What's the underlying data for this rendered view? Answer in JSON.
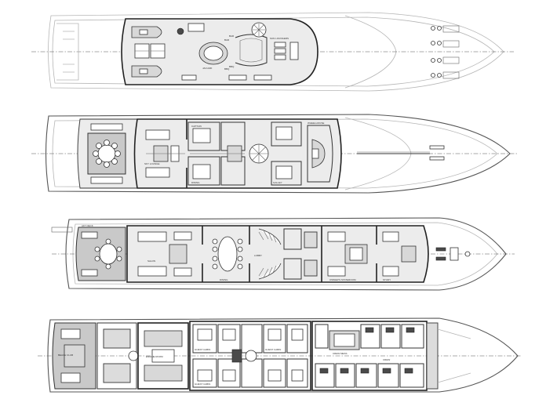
{
  "drawing": {
    "decks": [
      {
        "id": "sun-deck",
        "labels": [
          "BAR",
          "BBQ",
          "SUN LOUNGERS",
          "JACUZZI"
        ]
      },
      {
        "id": "bridge-deck",
        "labels": [
          "SKY LOUNGE",
          "CAPTAIN",
          "WHEELHOUSE",
          "DINING",
          "GALLEY"
        ]
      },
      {
        "id": "main-deck",
        "labels": [
          "AFT DECK",
          "SALON",
          "DINING",
          "LOBBY",
          "OWNER'S STATEROOM",
          "STUDY"
        ]
      },
      {
        "id": "lower-deck",
        "labels": [
          "BEACH CLUB",
          "ENGINE ROOM",
          "GUEST CABIN",
          "GUEST CABIN",
          "GUEST CABIN",
          "CREW MESS",
          "CREW"
        ]
      }
    ]
  },
  "colors": {
    "line": "#222222",
    "fill_light": "#ececec",
    "fill_mid": "#dcdcdc",
    "fill_dark": "#c9c9c9",
    "accent_dark": "#4a4a4a"
  }
}
